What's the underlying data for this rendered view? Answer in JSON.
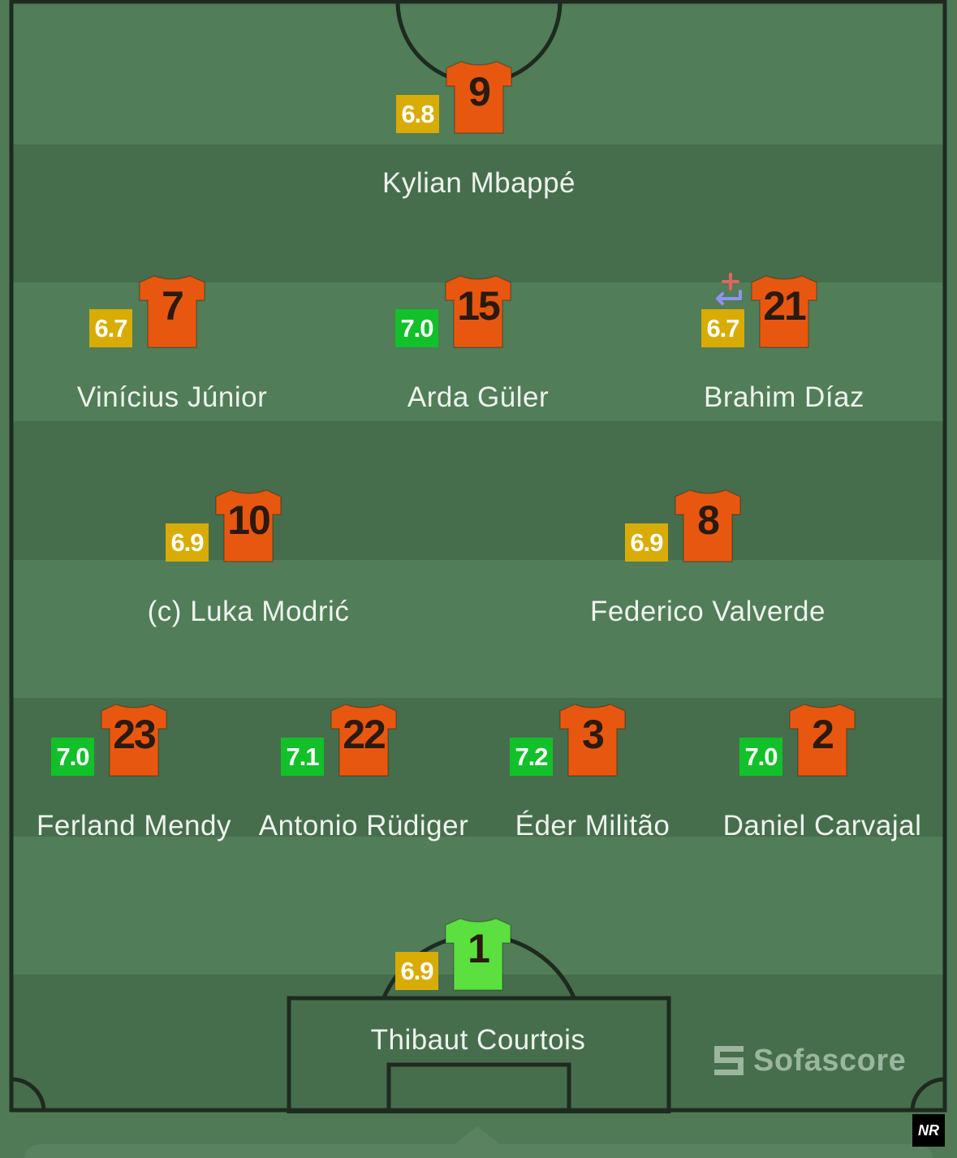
{
  "colors": {
    "shirt_outfield": "#e8570f",
    "shirt_goalkeeper": "#5be040",
    "rating_yellow": "#d8ac04",
    "rating_green": "#12c02a",
    "pitch_light": "#517d58",
    "pitch_dark": "#466e4d"
  },
  "players": [
    {
      "number": "9",
      "name": "Kylian Mbappé",
      "rating": "6.8",
      "rating_color": "yellow",
      "shirt": "outfield"
    },
    {
      "number": "7",
      "name": "Vinícius Júnior",
      "rating": "6.7",
      "rating_color": "yellow",
      "shirt": "outfield"
    },
    {
      "number": "15",
      "name": "Arda Güler",
      "rating": "7.0",
      "rating_color": "green",
      "shirt": "outfield"
    },
    {
      "number": "21",
      "name": "Brahim Díaz",
      "rating": "6.7",
      "rating_color": "yellow",
      "shirt": "outfield",
      "substituted": true,
      "icon": "substitution-icon"
    },
    {
      "number": "10",
      "name": "(c) Luka Modrić",
      "rating": "6.9",
      "rating_color": "yellow",
      "shirt": "outfield"
    },
    {
      "number": "8",
      "name": "Federico Valverde",
      "rating": "6.9",
      "rating_color": "yellow",
      "shirt": "outfield"
    },
    {
      "number": "23",
      "name": "Ferland Mendy",
      "rating": "7.0",
      "rating_color": "green",
      "shirt": "outfield"
    },
    {
      "number": "22",
      "name": "Antonio Rüdiger",
      "rating": "7.1",
      "rating_color": "green",
      "shirt": "outfield"
    },
    {
      "number": "3",
      "name": "Éder Militão",
      "rating": "7.2",
      "rating_color": "green",
      "shirt": "outfield"
    },
    {
      "number": "2",
      "name": "Daniel Carvajal",
      "rating": "7.0",
      "rating_color": "green",
      "shirt": "outfield"
    },
    {
      "number": "1",
      "name": "Thibaut Courtois",
      "rating": "6.9",
      "rating_color": "yellow",
      "shirt": "goalkeeper"
    }
  ],
  "branding": {
    "logo_text": "Sofascore",
    "logo_icon": "sofascore-logo-icon",
    "badge_text": "NR"
  }
}
